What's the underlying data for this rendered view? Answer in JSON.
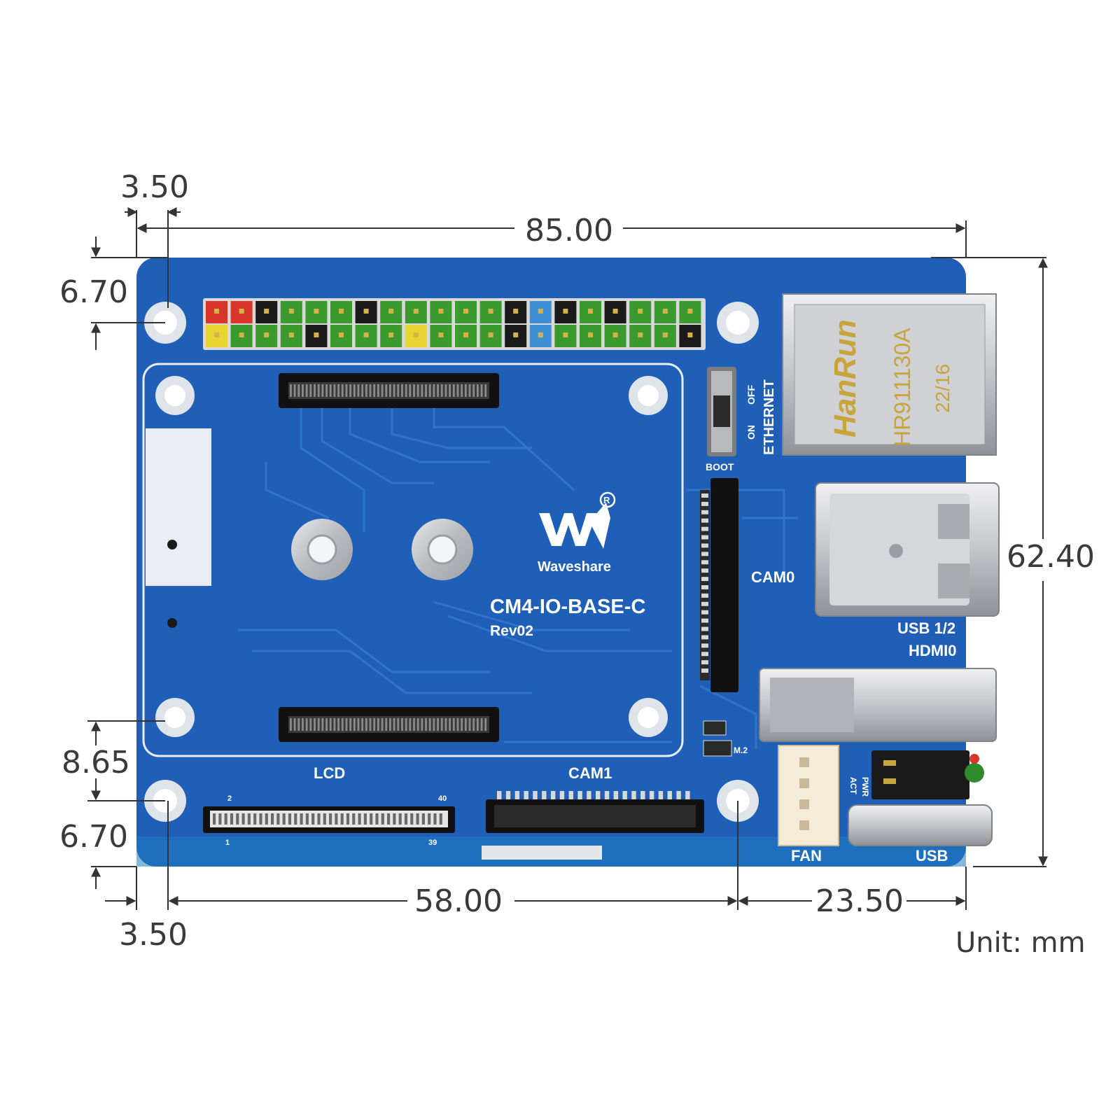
{
  "dimensions": {
    "top_mount_offset": "3.50",
    "board_width": "85.00",
    "top_mount_offset_v": "6.70",
    "board_height": "62.40",
    "lower_hole_spacing": "8.65",
    "bottom_mount_offset_v": "6.70",
    "bottom_mount_offset": "3.50",
    "hole_spacing_horizontal": "58.00",
    "right_hole_offset": "23.50",
    "unit": "Unit: mm"
  },
  "board": {
    "model": "CM4-IO-BASE-C",
    "revision": "Rev02",
    "brand": "Waveshare",
    "labels": {
      "ethernet": "ETHERNET",
      "switch_on": "ON",
      "switch_off": "OFF",
      "boot": "BOOT",
      "cam0": "CAM0",
      "cam1": "CAM1",
      "lcd": "LCD",
      "usb12": "USB 1/2",
      "hdmi0": "HDMI0",
      "fan": "FAN",
      "usb": "USB",
      "m2": "M.2",
      "pwr": "PWR",
      "act": "ACT",
      "lcd_pin2": "2",
      "lcd_pin40": "40",
      "lcd_pin1": "1",
      "lcd_pin39": "39"
    },
    "rj45_stamp": {
      "maker": "HanRun",
      "part": "HR911130A",
      "date": "22/16"
    }
  },
  "colors": {
    "pcb": "#1f5fb8",
    "pcb_dark": "#174c99",
    "pin_red": "#d8362b",
    "pin_yellow": "#e8d531",
    "pin_green": "#3b9a2e",
    "pin_black": "#1a1a1a",
    "pin_blue": "#3f8fd6",
    "metal": "#c8c9cc"
  }
}
